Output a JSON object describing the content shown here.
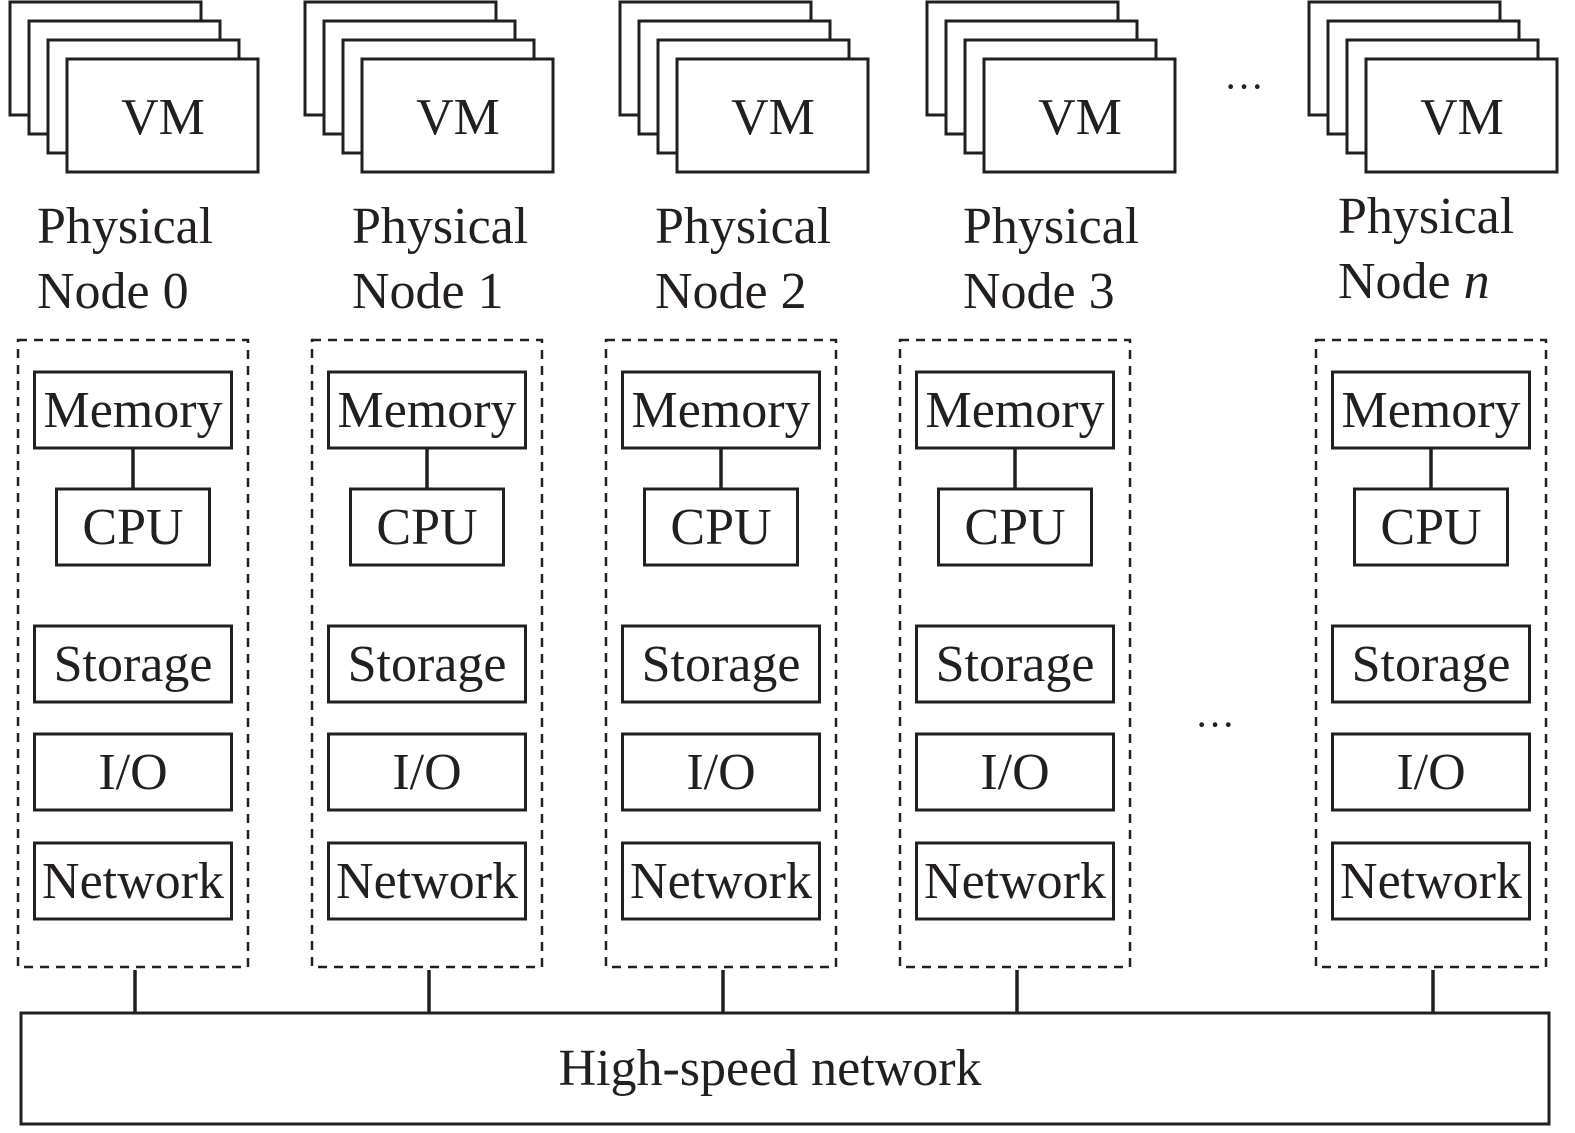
{
  "nodes": [
    {
      "vm": "VM",
      "label_line1": "Physical",
      "label_prefix": "Node ",
      "label_index": "0",
      "components": [
        "Memory",
        "CPU",
        "Storage",
        "I/O",
        "Network"
      ]
    },
    {
      "vm": "VM",
      "label_line1": "Physical",
      "label_prefix": "Node ",
      "label_index": "1",
      "components": [
        "Memory",
        "CPU",
        "Storage",
        "I/O",
        "Network"
      ]
    },
    {
      "vm": "VM",
      "label_line1": "Physical",
      "label_prefix": "Node ",
      "label_index": "2",
      "components": [
        "Memory",
        "CPU",
        "Storage",
        "I/O",
        "Network"
      ]
    },
    {
      "vm": "VM",
      "label_line1": "Physical",
      "label_prefix": "Node ",
      "label_index": "3",
      "components": [
        "Memory",
        "CPU",
        "Storage",
        "I/O",
        "Network"
      ]
    },
    {
      "vm": "VM",
      "label_line1": "Physical",
      "label_prefix": "Node ",
      "label_index": "n",
      "index_italic": true,
      "components": [
        "Memory",
        "CPU",
        "Storage",
        "I/O",
        "Network"
      ]
    }
  ],
  "ellipsis_top": "···",
  "ellipsis_middle": "···",
  "network_label": "High-speed network",
  "colors": {
    "ink": "#231f20",
    "background": "#ffffff"
  }
}
